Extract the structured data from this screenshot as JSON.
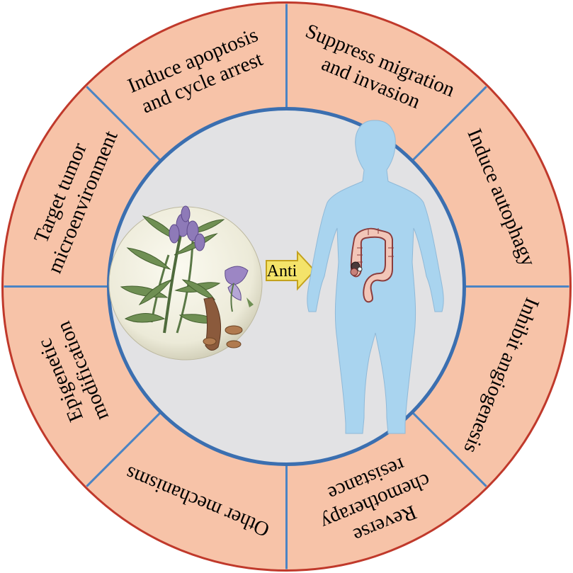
{
  "colors": {
    "ring_fill": "#f7c3a8",
    "ring_border": "#c0392b",
    "divider": "#4a84c4",
    "inner_border": "#3b6fb0",
    "inner_fill": "#e2e2e4",
    "body_fill": "#a9d4ef",
    "arrow_fill": "#f4e36a",
    "arrow_stroke": "#c4a21e",
    "colon_fill": "#f2c6b8",
    "colon_stroke": "#8c3d3d"
  },
  "mechanisms": [
    {
      "id": "apoptosis",
      "lines": [
        "Induce apoptosis",
        "and cycle arrest"
      ]
    },
    {
      "id": "migration",
      "lines": [
        "Suppress migration",
        "and invasion"
      ]
    },
    {
      "id": "autophagy",
      "lines": [
        "Induce autophagy"
      ]
    },
    {
      "id": "angiogenesis",
      "lines": [
        "Inhibit angiogenesis"
      ]
    },
    {
      "id": "chemo",
      "lines": [
        "Reverse",
        "chemotherapy",
        "resistance"
      ]
    },
    {
      "id": "other",
      "lines": [
        "Other mechanisms"
      ]
    },
    {
      "id": "epigenetic",
      "lines": [
        "Epigenetic",
        "modification"
      ]
    },
    {
      "id": "tumor-micro",
      "lines": [
        "Target tumor",
        "microenvironment"
      ]
    }
  ],
  "center": {
    "arrow_label": "Anti",
    "plant_icon": "scutellaria-plant-illustration",
    "body_icon": "human-body-silhouette",
    "organ_icon": "colon-tumor-icon"
  }
}
